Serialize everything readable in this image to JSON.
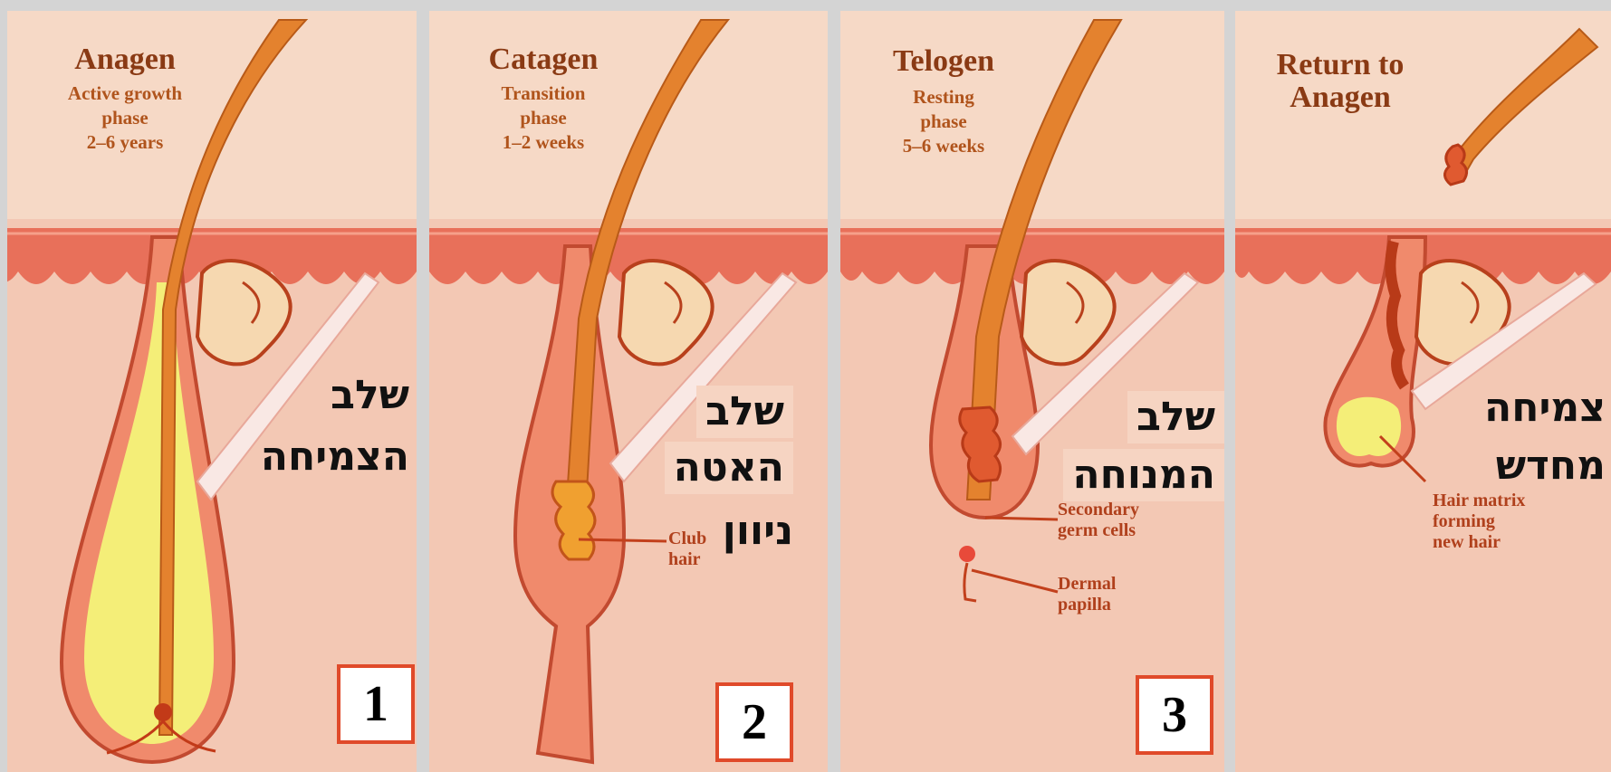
{
  "panels": [
    {
      "title": "Anagen",
      "subtitle": "Active growth\nphase\n2–6 years",
      "hebrew_line1": "שלב",
      "hebrew_line2": "הצמיחה",
      "number": "1"
    },
    {
      "title": "Catagen",
      "subtitle": "Transition\nphase\n1–2 weeks",
      "hebrew_line1": "שלב",
      "hebrew_line2": "האטה",
      "hebrew_line3": "ניוון",
      "annotation": "Club\nhair",
      "number": "2"
    },
    {
      "title": "Telogen",
      "subtitle": "Resting\nphase\n5–6 weeks",
      "hebrew_line1": "שלב",
      "hebrew_line2": "המנוחה",
      "annotation_1": "Secondary\ngerm cells",
      "annotation_2": "Dermal\npapilla",
      "number": "3"
    },
    {
      "title": "Return to\nAnagen",
      "hebrew_line1": "צמיחה",
      "hebrew_line2": "מחדש",
      "annotation": "Hair matrix\nforming\nnew hair"
    }
  ],
  "colors": {
    "background": "#d4d4d4",
    "skin": "#f3c8b4",
    "epidermis": "#e8705a",
    "hair_shaft": "#e4822e",
    "bulb": "#f4ee78",
    "title_text": "#8a3a14",
    "number_box_border": "#e04a2a"
  }
}
